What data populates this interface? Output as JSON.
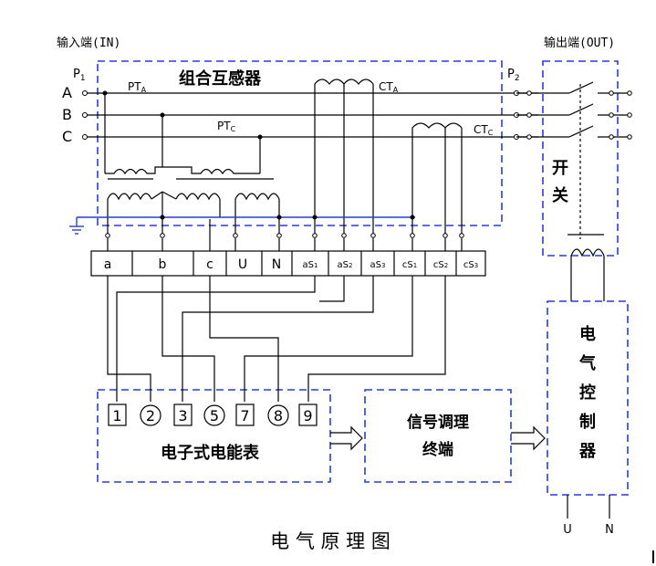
{
  "title": "电 气 原 理 图",
  "input_label": "输入端(IN)",
  "output_label": "输出端(OUT)",
  "phases": [
    "A",
    "B",
    "C"
  ],
  "p1": "P",
  "p1_sub": "1",
  "p2": "P",
  "p2_sub": "2",
  "combined_transformer": "组合互感器",
  "pt_a": "PT",
  "pt_a_sub": "A",
  "pt_c": "PT",
  "pt_c_sub": "C",
  "ct_a": "CT",
  "ct_a_sub": "A",
  "ct_c": "CT",
  "ct_c_sub": "C",
  "switch_label": [
    "开",
    "关"
  ],
  "terminals": [
    {
      "main": "a",
      "sub": ""
    },
    {
      "main": "b",
      "sub": ""
    },
    {
      "main": "c",
      "sub": ""
    },
    {
      "main": "U",
      "sub": ""
    },
    {
      "main": "N",
      "sub": ""
    },
    {
      "main": "aS",
      "sub": "1"
    },
    {
      "main": "aS",
      "sub": "2"
    },
    {
      "main": "aS",
      "sub": "3"
    },
    {
      "main": "cS",
      "sub": "1"
    },
    {
      "main": "cS",
      "sub": "2"
    },
    {
      "main": "cS",
      "sub": "3"
    }
  ],
  "meter_terminals": [
    "1",
    "2",
    "3",
    "5",
    "7",
    "8",
    "9"
  ],
  "meter_label": "电子式电能表",
  "signal_label": [
    "信号调理",
    "终端"
  ],
  "controller_label": [
    "电",
    "气",
    "控",
    "制",
    "器"
  ],
  "controller_outputs": [
    "U",
    "N"
  ]
}
